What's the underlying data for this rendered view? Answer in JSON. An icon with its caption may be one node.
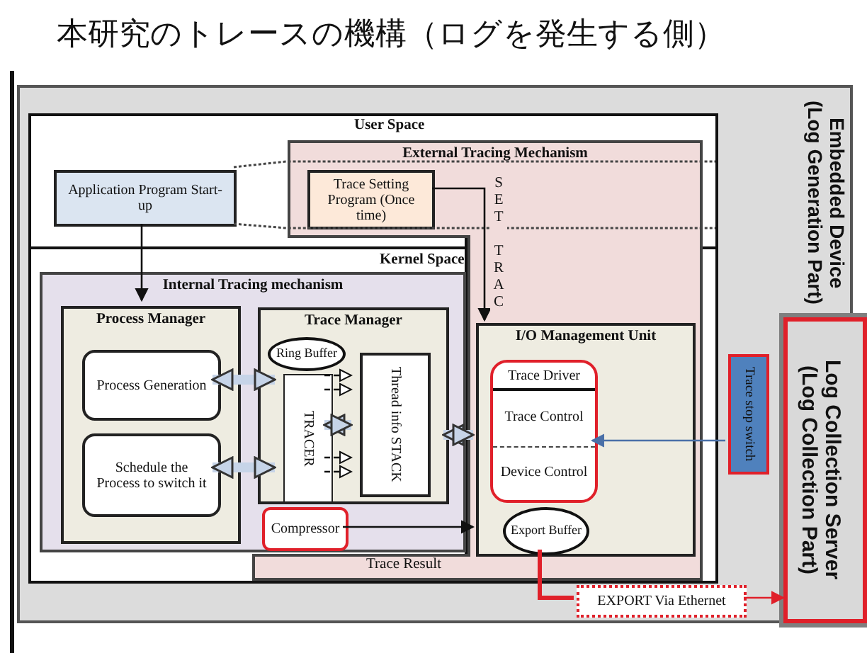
{
  "diagram": {
    "title": "本研究のトレースの機構（ログを発生する側）",
    "nodes": [
      {
        "text": [
          "Embedded Device (Log Generation Part)"
        ]
      },
      {
        "text": [
          "Application Program Start-up"
        ],
        "in": 0
      },
      {
        "text": [
          "External Tracing Mechanism"
        ],
        "in": 0
      },
      {
        "text": [
          "Trace Setting Program (Once time)"
        ],
        "in": 2
      },
      {
        "text": [
          "Internal Tracing mechanism"
        ],
        "in": 0
      },
      {
        "text": [
          "Process Manager"
        ],
        "in": 4
      },
      {
        "text": [
          "Process Generation"
        ],
        "in": 5
      },
      {
        "text": [
          "Schedule the Process to switch it"
        ],
        "in": 5
      },
      {
        "text": [
          "Trace Manager"
        ],
        "in": 4
      },
      {
        "text": [
          "Ring Buffer"
        ],
        "in": 8
      },
      {
        "text": [
          "TRACER"
        ],
        "in": 8
      },
      {
        "text": [
          "Thread info STACK"
        ],
        "in": 8
      },
      {
        "text": [
          "Compressor"
        ],
        "in": 4
      },
      {
        "text": [
          "I/O Management Unit"
        ],
        "in": 2
      },
      {
        "text": [
          "Trace Driver",
          "Trace Control",
          "Device Control"
        ],
        "in": 13
      },
      {
        "text": [
          "Export Buffer"
        ],
        "in": 13
      },
      {
        "text": [
          "Trace stop switch"
        ],
        "in": 0
      },
      {
        "text": [
          "EXPORT Via Ethernet"
        ],
        "in": 0
      },
      {
        "text": [
          "Log Collection Server (Log Collection Part)"
        ]
      }
    ],
    "edges": [
      {
        "from": 1,
        "to": 5,
        "arrow": "to"
      },
      {
        "from": 3,
        "to": 13,
        "arrow": "to",
        "label": "SET TRAC"
      },
      {
        "from": 6,
        "to": 10,
        "arrow": "both",
        "style": "thick",
        "color": "#c6d4e8"
      },
      {
        "from": 7,
        "to": 10,
        "arrow": "both",
        "style": "thick",
        "color": "#c6d4e8"
      },
      {
        "from": 10,
        "to": 11,
        "arrow": "to",
        "style": "dashed"
      },
      {
        "from": 10,
        "to": 11,
        "arrow": "to",
        "style": "dashed"
      },
      {
        "from": 10,
        "to": 11,
        "arrow": "to",
        "style": "dashed"
      },
      {
        "from": 10,
        "to": 11,
        "arrow": "to",
        "style": "dashed"
      },
      {
        "from": 10,
        "to": 11,
        "arrow": "both",
        "style": "thick",
        "color": "#c6d4e8"
      },
      {
        "from": 8,
        "to": 13,
        "arrow": "both",
        "style": "thick",
        "color": "#c6d4e8"
      },
      {
        "from": 12,
        "to": 13,
        "arrow": "to",
        "label": "Trace Result"
      },
      {
        "from": 16,
        "to": 14,
        "arrow": "to",
        "color": "#4a70a8"
      },
      {
        "from": 15,
        "to": 17,
        "arrow": "none",
        "color": "#e0202a",
        "style": "thick"
      },
      {
        "from": 17,
        "to": 18,
        "arrow": "to",
        "color": "#e0202a"
      }
    ],
    "labels": [
      "User Space",
      "Kernel Space"
    ]
  }
}
